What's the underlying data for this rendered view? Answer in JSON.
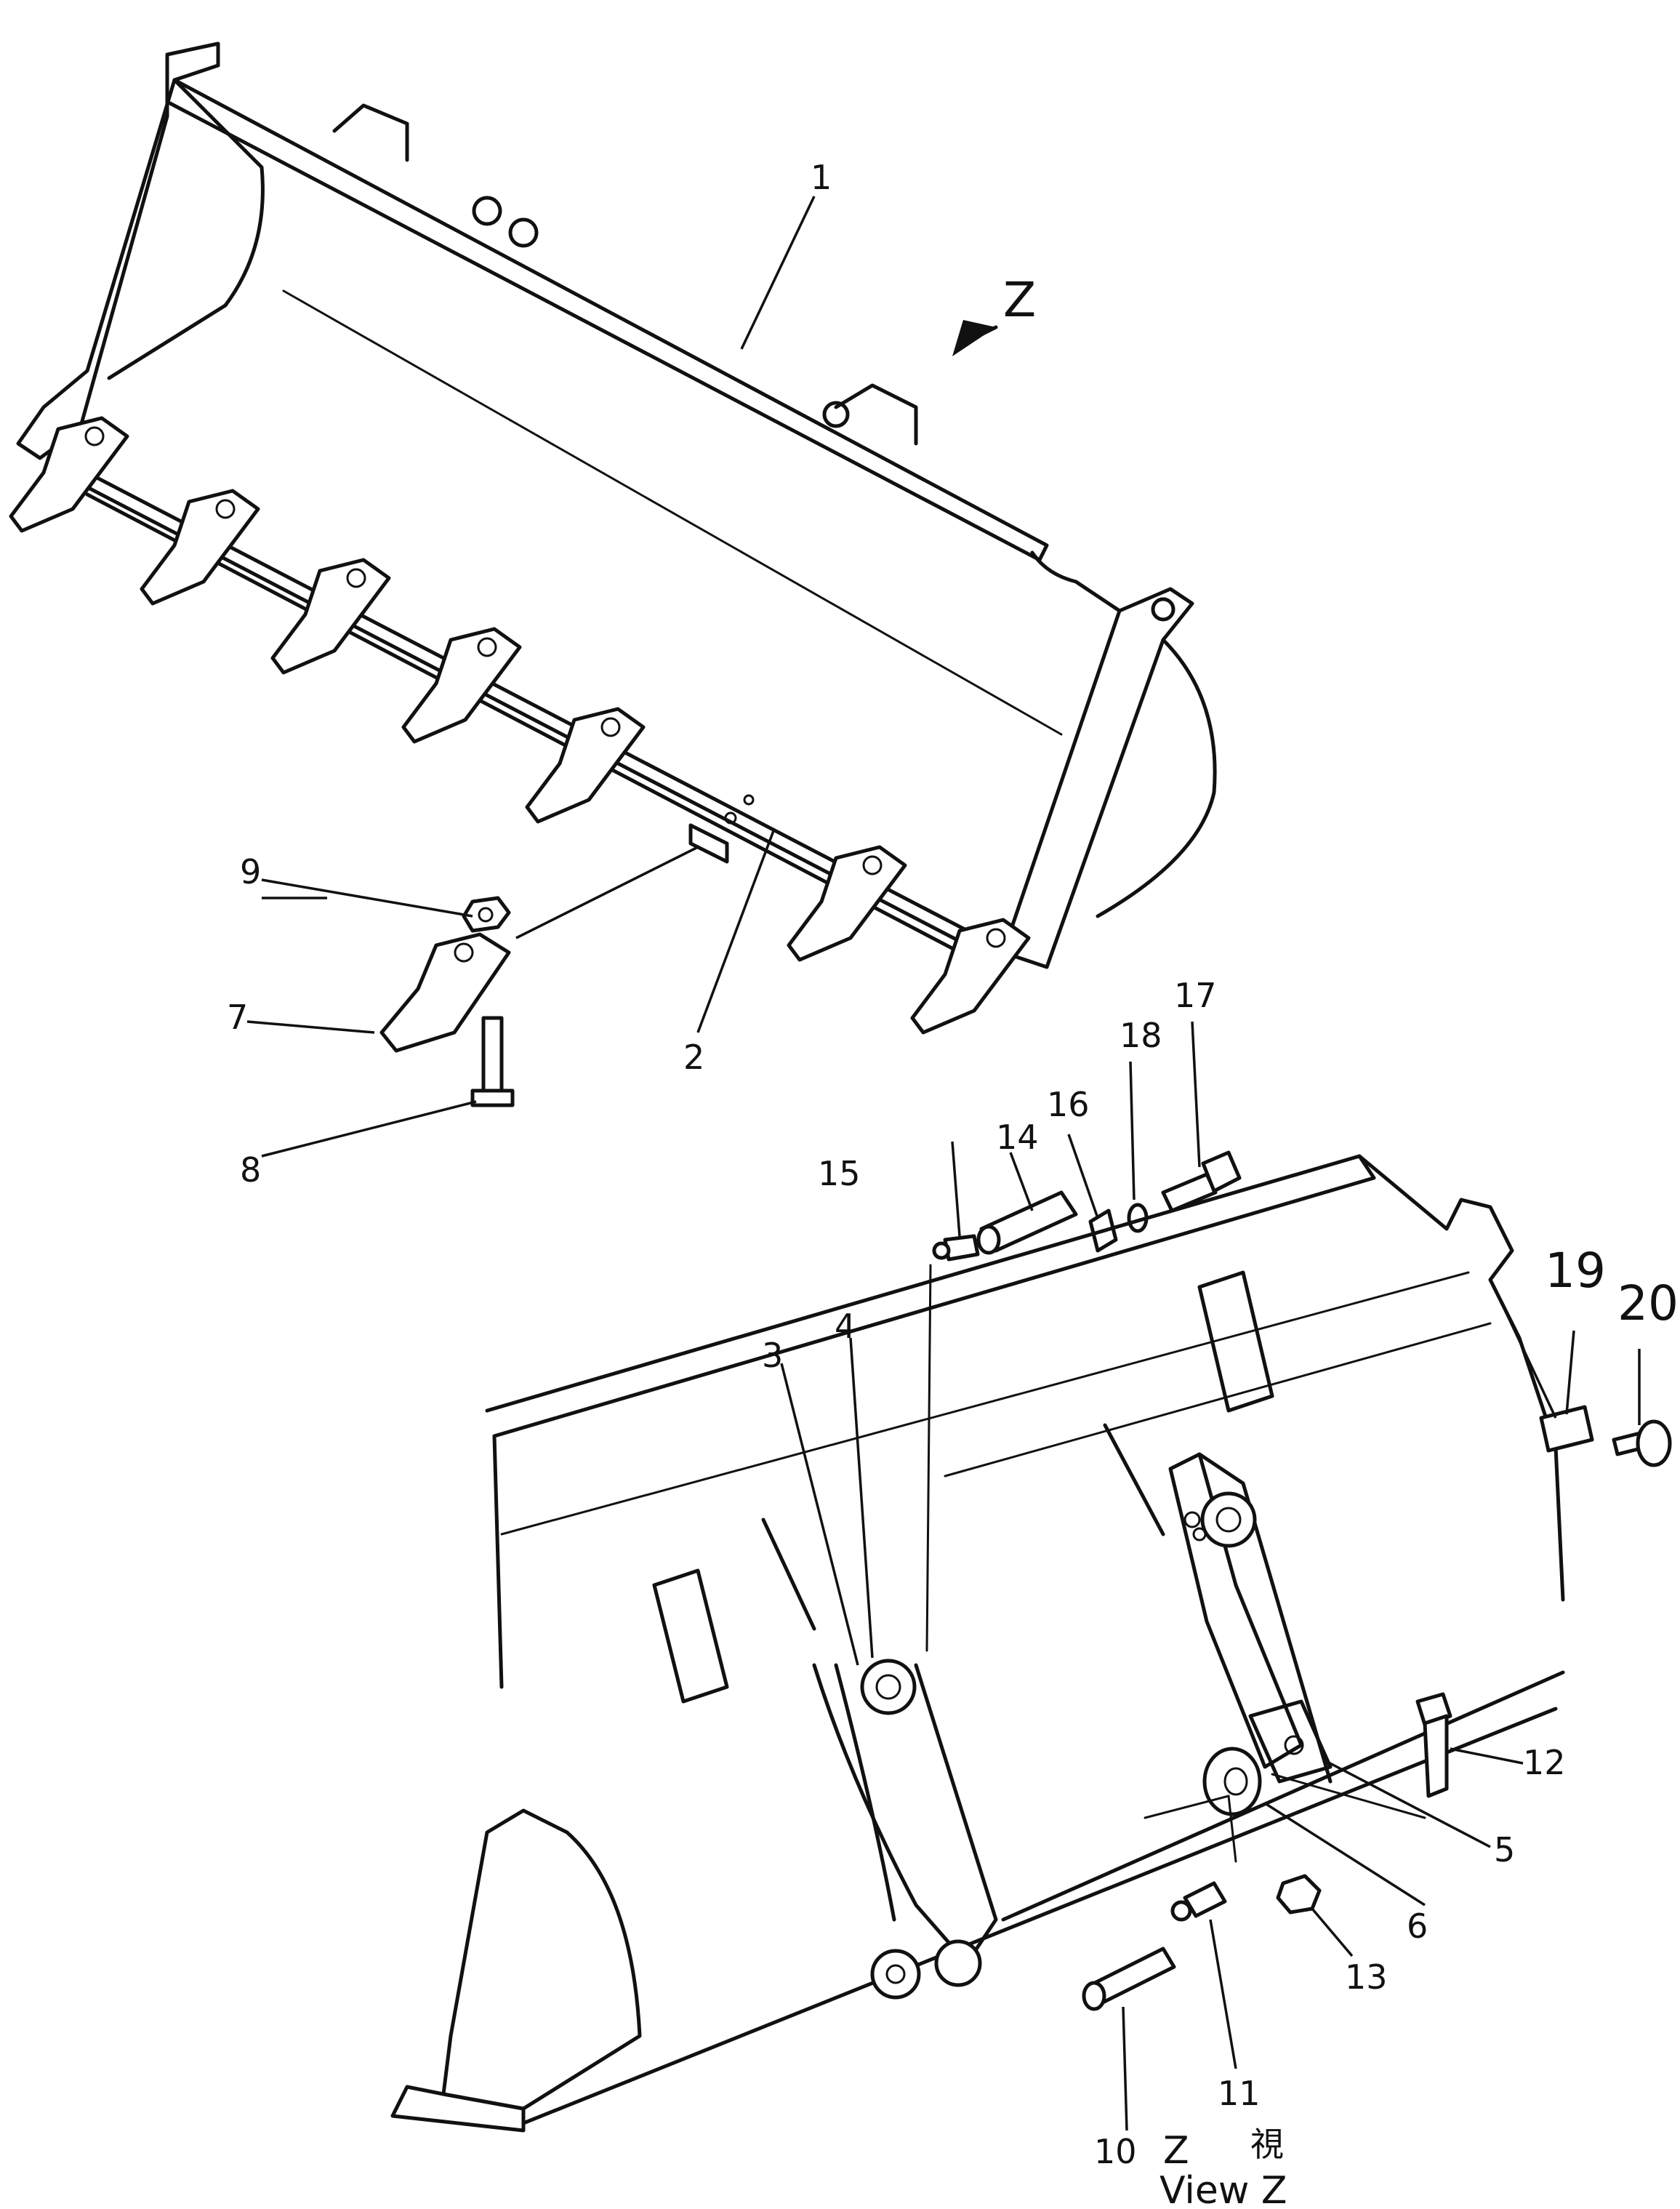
{
  "callouts": {
    "c1": "1",
    "c2": "2",
    "c3": "3",
    "c4": "4",
    "c5": "5",
    "c6": "6",
    "c7": "7",
    "c8": "8",
    "c9": "9",
    "c10": "10",
    "c11": "11",
    "c12": "12",
    "c13": "13",
    "c14": "14",
    "c15": "15",
    "c16": "16",
    "c17": "17",
    "c18": "18",
    "c19": "19",
    "c20": "20"
  },
  "view_arrow_label": "Z",
  "view_caption": {
    "line1_letter": "Z",
    "line1_kanji": "視",
    "line2": "View Z"
  }
}
